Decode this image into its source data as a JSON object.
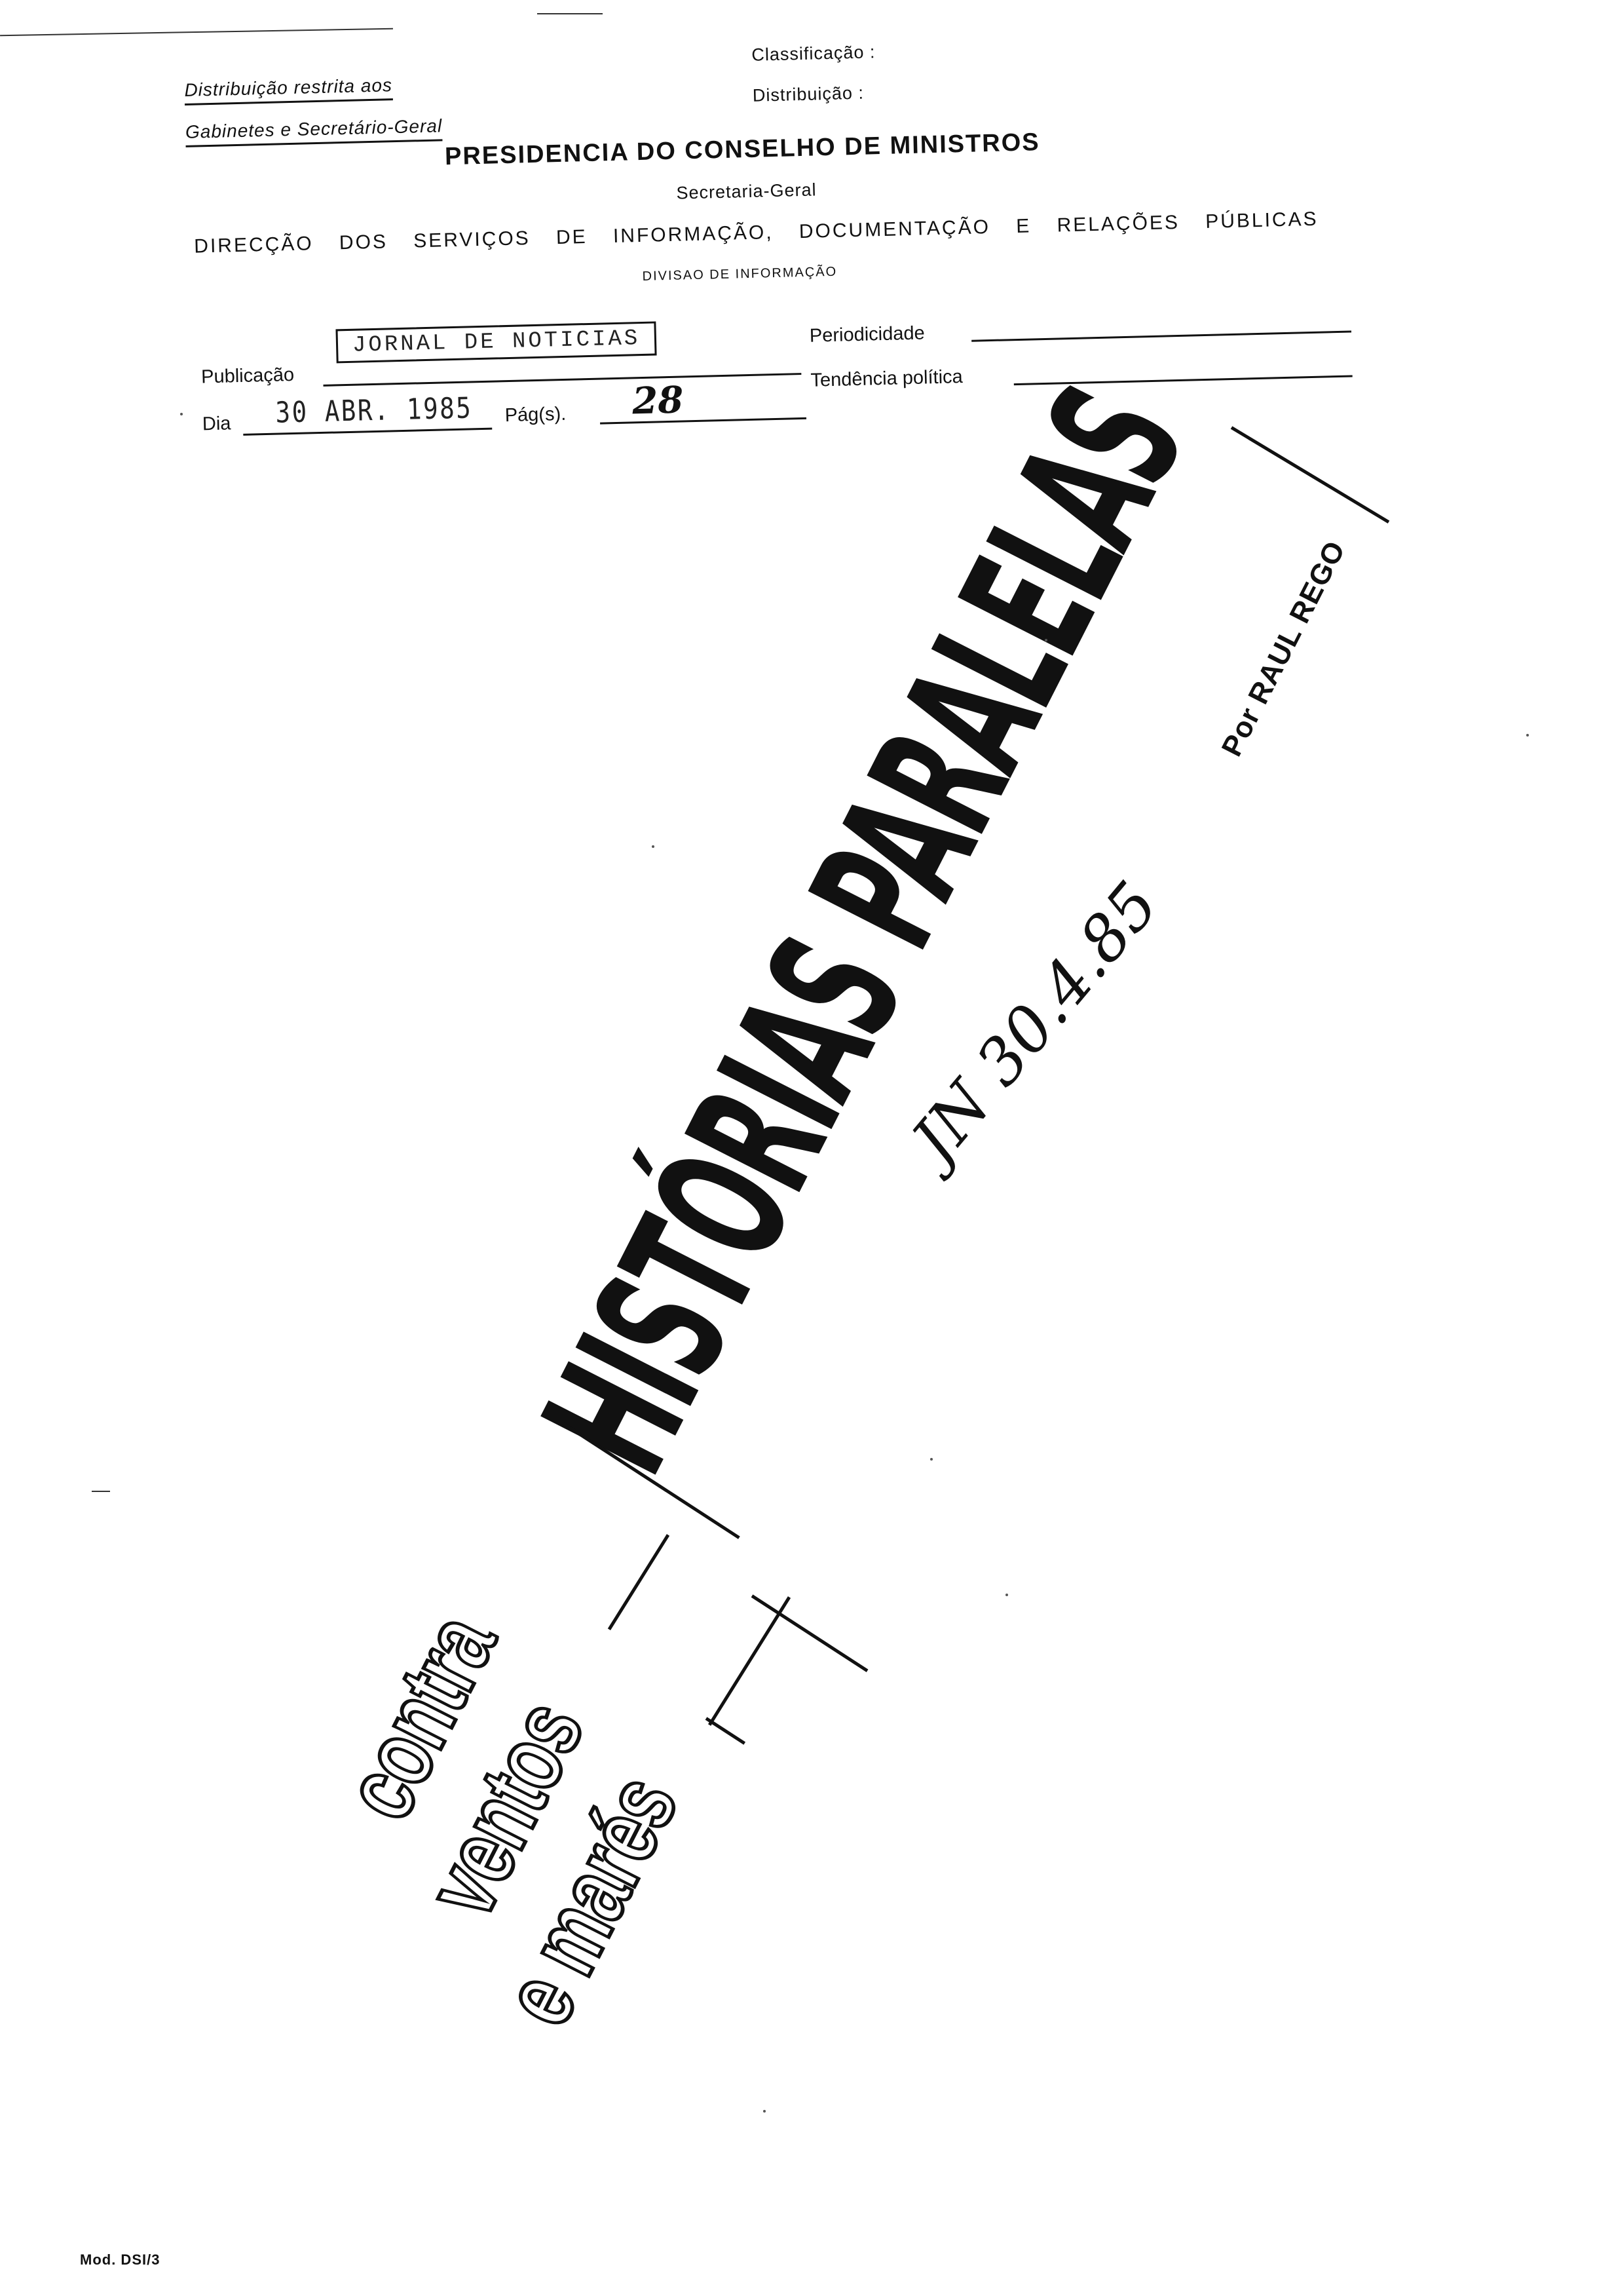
{
  "header": {
    "distribution_line1": "Distribuição restrita aos",
    "distribution_line2": "Gabinetes e Secretário-Geral",
    "classificacao_label": "Classificação :",
    "distribuicao_label": "Distribuição :",
    "ministry": "PRESIDENCIA DO CONSELHO DE MINISTROS",
    "secretaria": "Secretaria-Geral",
    "direccao": "DIRECÇÃO DOS SERVIÇOS DE INFORMAÇÃO, DOCUMENTAÇÃO E RELAÇÕES PÚBLICAS",
    "divisao": "DIVISAO DE INFORMAÇÃO"
  },
  "form": {
    "publicacao_label": "Publicação",
    "publicacao_value": "JORNAL DE NOTICIAS",
    "periodicidade_label": "Periodicidade",
    "dia_label": "Dia",
    "dia_value": "30 ABR. 1985",
    "pags_label": "Pág(s).",
    "pags_value": "28",
    "tendencia_label": "Tendência política"
  },
  "article": {
    "headline": "HISTÓRIAS PARALELAS",
    "byline": "Por RAUL REGO",
    "handwritten_note": "JN 30.4.85",
    "section_words": [
      "contra",
      "ventos",
      "e marés"
    ]
  },
  "footer": {
    "form_code": "Mod. DSI/3"
  }
}
